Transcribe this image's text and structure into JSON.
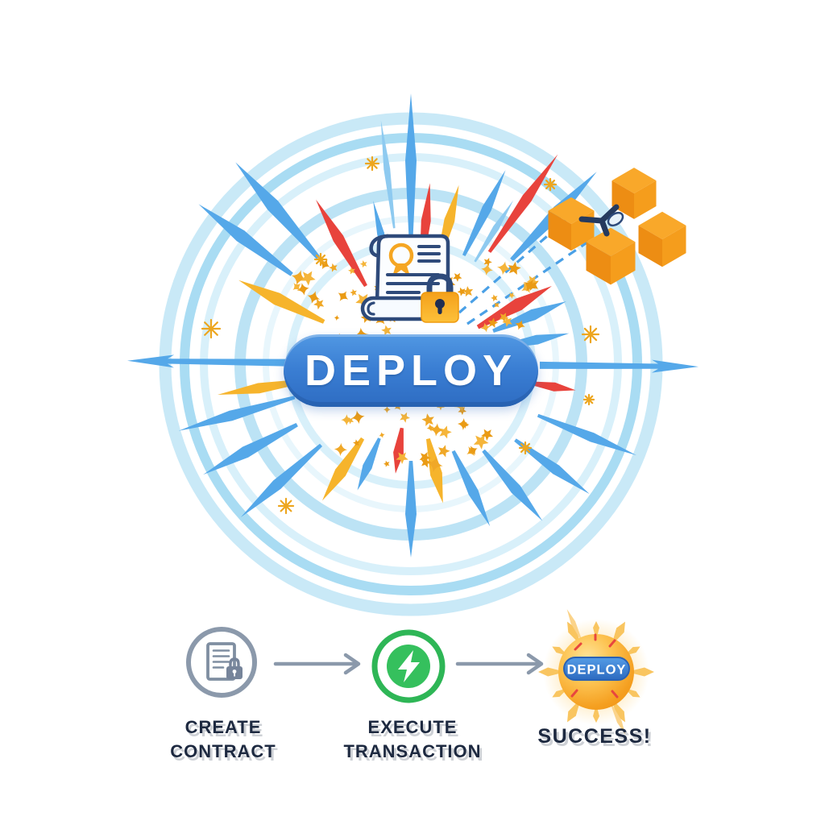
{
  "hero": {
    "deploy_button": {
      "label": "DEPLOY"
    },
    "contract_icon": "scroll-contract-with-seal-and-lock-icon",
    "blockchain_icon": "linked-orange-cubes-icon"
  },
  "steps": [
    {
      "name": "create-contract",
      "icon": "document-with-lock-icon",
      "lines": [
        "CREATE",
        "CONTRACT"
      ]
    },
    {
      "name": "execute-transaction",
      "icon": "lightning-bolt-icon",
      "lines": [
        "EXECUTE",
        "TRANSACTION"
      ]
    },
    {
      "name": "success",
      "icon": "sunburst-deploy-badge-icon",
      "lines": [
        "SUCCESS!"
      ],
      "badge_label": "DEPLOY"
    }
  ],
  "colors": {
    "button_blue_top": "#4f95e1",
    "button_blue_bottom": "#2e6cc2",
    "ray_blue": "#55a8e9",
    "ray_blue_light": "#8ecaf0",
    "ray_red": "#e8433c",
    "ray_gold": "#f6b42c",
    "ring_blue_strong": "#a8dcf3",
    "ring_blue_light": "#d8f0fa",
    "confetti_gold": "#f0a827",
    "cube_orange_top": "#f9a82a",
    "cube_orange_left": "#ed8d13",
    "cube_orange_right": "#f59d1c",
    "navy_outline": "#2e4a7a",
    "execute_green": "#2eb656",
    "step_gray": "#8b99ab",
    "label_navy": "#1d2940",
    "sun_gold": "#f5a021"
  }
}
